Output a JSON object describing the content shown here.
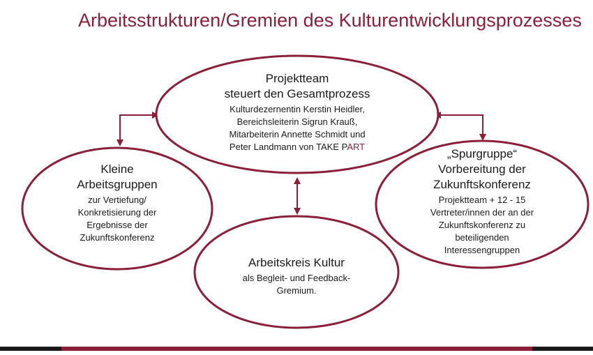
{
  "title": "Arbeitsstrukturen/Gremien des Kulturentwicklungsprozesses",
  "colors": {
    "accent": "#8b1f3a",
    "text": "#1a1a1a",
    "footer_dark": "#1a1a1a"
  },
  "nodes": {
    "projektteam": {
      "title_1": "Projektteam",
      "title_2": "steuert den Gesamtprozess",
      "line_1": "Kulturdezernentin Kerstin Heidler,",
      "line_2": "Bereichsleiterin Sigrun Krauß,",
      "line_3": "Mitarbeiterin Annette Schmidt und",
      "line_4_prefix": "Peter Landmann von TAKE P",
      "line_4_suffix": "ART"
    },
    "kleine": {
      "title_1": "Kleine",
      "title_2": "Arbeitsgruppen",
      "line_1": "zur Vertiefung/",
      "line_2": "Konkretisierung der",
      "line_3": "Ergebnisse der",
      "line_4": "Zukunftskonferenz"
    },
    "arbeitskreis": {
      "title_1": "Arbeitskreis Kultur",
      "line_1": "als Begleit- und Feedback-",
      "line_2": "Gremium."
    },
    "spurgruppe": {
      "title_1": "„Spurgruppe“",
      "title_2": "Vorbereitung der",
      "title_3": "Zukunftskonferenz",
      "line_1": "Projektteam + 12 - 15",
      "line_2": "Vertreter/innen der an der",
      "line_3": "Zukunftskonferenz zu",
      "line_4": "beteiligenden",
      "line_5": "Interessengruppen"
    }
  }
}
